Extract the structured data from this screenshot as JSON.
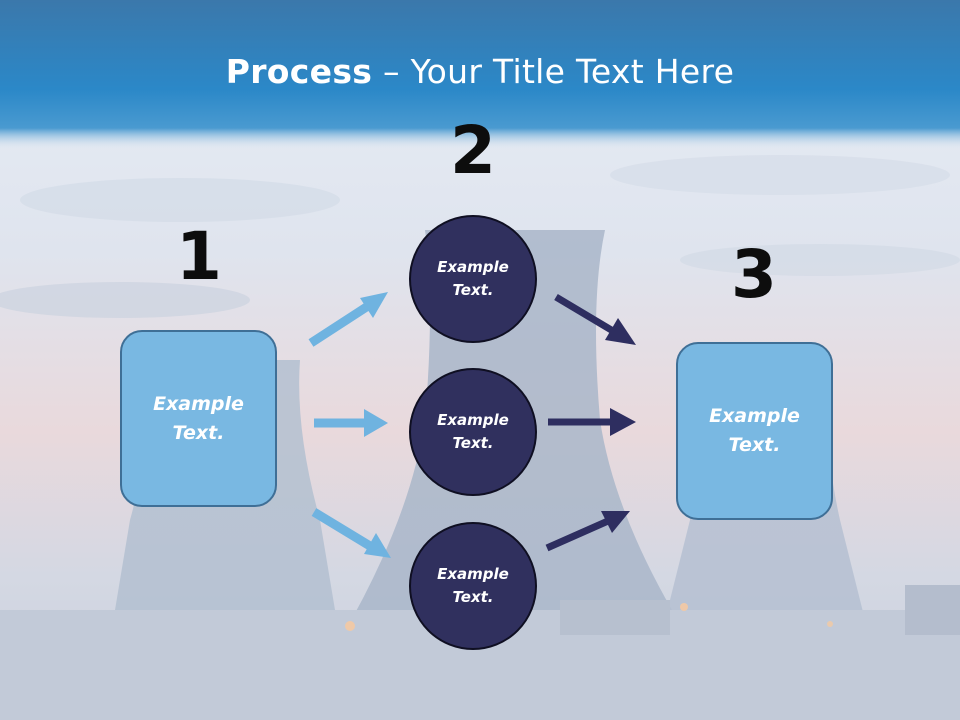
{
  "slide": {
    "title_bold": "Process",
    "title_rest": " – Your Title Text Here",
    "colors": {
      "header_top": "#3a7ab0",
      "header_mid": "#2d87c6",
      "light_arrow": "#6fb3e0",
      "dark_arrow": "#2e2e60",
      "box_fill": "#79b8e2",
      "circle_fill": "#30305e"
    }
  },
  "steps": {
    "one": "1",
    "two": "2",
    "three": "3"
  },
  "nodes": {
    "left_box": "Example\nText.",
    "circle_top": "Example\nText.",
    "circle_mid": "Example\nText.",
    "circle_bottom": "Example\nText.",
    "right_box": "Example\nText."
  },
  "icons": {
    "arrows": [
      "arrow-up-right-icon",
      "arrow-right-icon",
      "arrow-down-right-icon",
      "arrow-down-right-icon",
      "arrow-right-icon",
      "arrow-up-right-icon"
    ]
  }
}
